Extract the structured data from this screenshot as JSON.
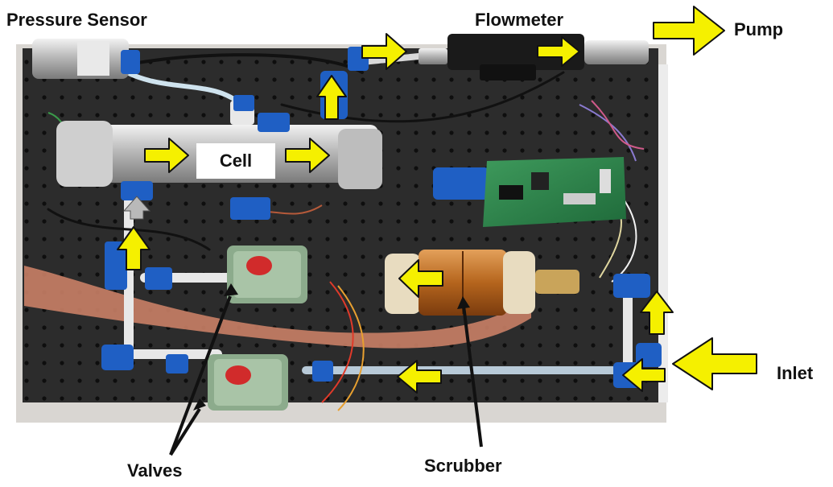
{
  "labels": {
    "pressure_sensor": "Pressure Sensor",
    "flowmeter": "Flowmeter",
    "pump": "Pump",
    "cell": "Cell",
    "inlet": "Inlet",
    "valves": "Valves",
    "scrubber": "Scrubber"
  },
  "colors": {
    "arrow_fill": "#f5f000",
    "arrow_outline": "#111111",
    "breadboard": "#2c2c2c",
    "fitting_blue": "#1f5fc4",
    "pcb_green": "#2e7d4a",
    "coil_copper": "#b5651d",
    "valve_green": "#8cab8c"
  },
  "arrow_directions": [
    "right",
    "right",
    "right",
    "up",
    "right",
    "right",
    "up",
    "up",
    "left",
    "up",
    "left",
    "left",
    "left"
  ]
}
